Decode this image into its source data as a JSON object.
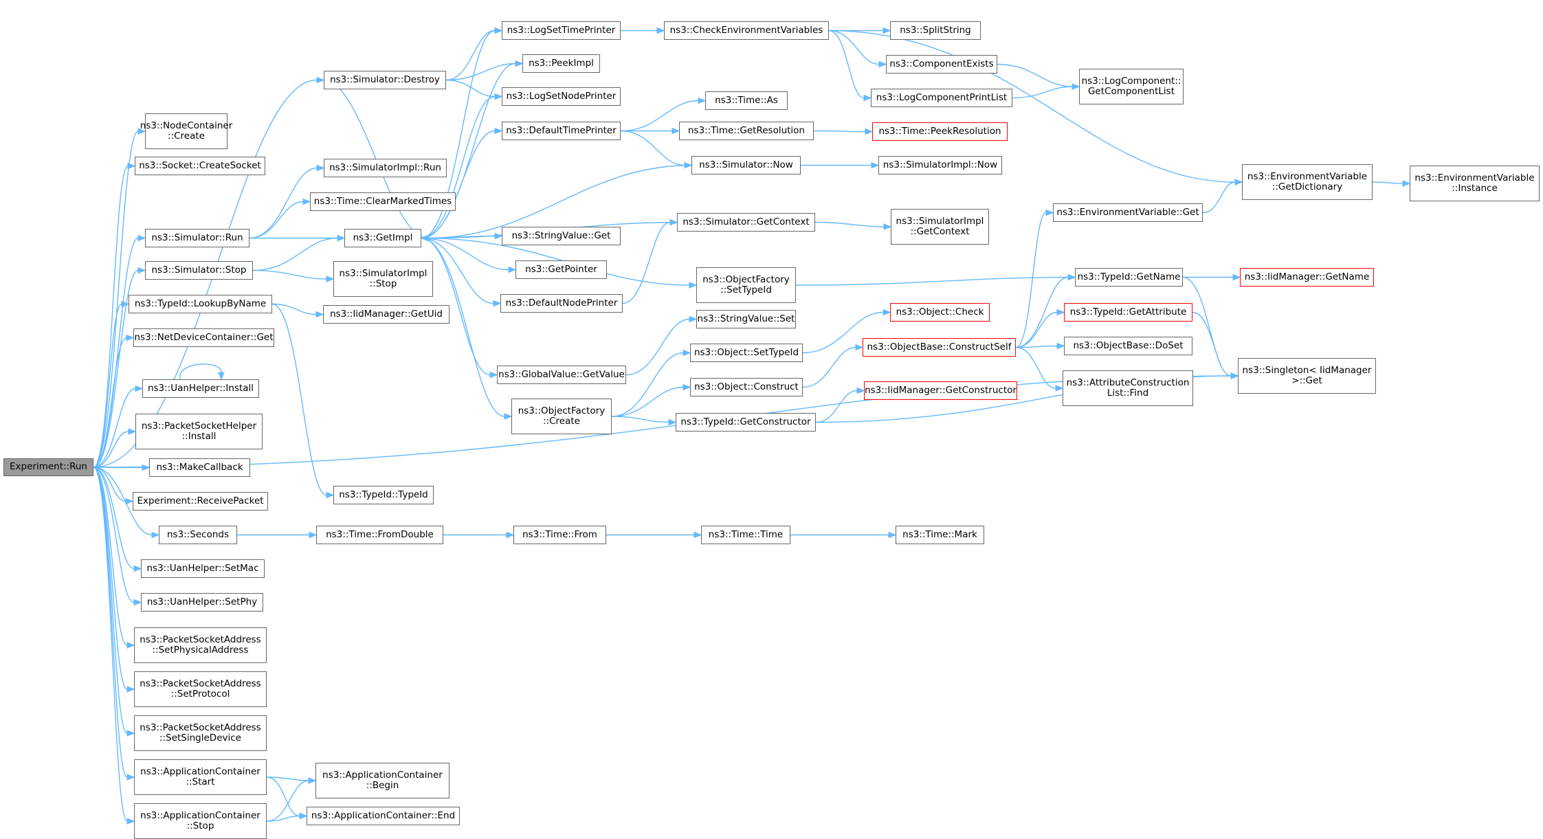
{
  "diagram": {
    "type": "call-graph",
    "colors": {
      "edge": "#63b8ff",
      "node_border": "#666666",
      "node_fill": "#ffffff",
      "root_fill": "#999999",
      "truncated_border": "#ff0000"
    },
    "nodes": [
      {
        "id": "n0",
        "lines": [
          "Experiment::Run"
        ],
        "root": true
      },
      {
        "id": "n1",
        "lines": [
          "ns3::Simulator::Destroy"
        ]
      },
      {
        "id": "n2",
        "lines": [
          "ns3::NodeContainer",
          "::Create"
        ]
      },
      {
        "id": "n3",
        "lines": [
          "ns3::Socket::CreateSocket"
        ]
      },
      {
        "id": "n4",
        "lines": [
          "ns3::Simulator::Run"
        ]
      },
      {
        "id": "n5",
        "lines": [
          "ns3::Simulator::Stop"
        ]
      },
      {
        "id": "n6",
        "lines": [
          "ns3::TypeId::LookupByName"
        ]
      },
      {
        "id": "n7",
        "lines": [
          "ns3::NetDeviceContainer::Get"
        ]
      },
      {
        "id": "n8",
        "lines": [
          "ns3::UanHelper::Install"
        ]
      },
      {
        "id": "n9",
        "lines": [
          "ns3::PacketSocketHelper",
          "::Install"
        ]
      },
      {
        "id": "n10",
        "lines": [
          "ns3::MakeCallback"
        ]
      },
      {
        "id": "n11",
        "lines": [
          "Experiment::ReceivePacket"
        ]
      },
      {
        "id": "n12",
        "lines": [
          "ns3::Seconds"
        ]
      },
      {
        "id": "n13",
        "lines": [
          "ns3::UanHelper::SetMac"
        ]
      },
      {
        "id": "n14",
        "lines": [
          "ns3::UanHelper::SetPhy"
        ]
      },
      {
        "id": "n15",
        "lines": [
          "ns3::PacketSocketAddress",
          "::SetPhysicalAddress"
        ]
      },
      {
        "id": "n16",
        "lines": [
          "ns3::PacketSocketAddress",
          "::SetProtocol"
        ]
      },
      {
        "id": "n17",
        "lines": [
          "ns3::PacketSocketAddress",
          "::SetSingleDevice"
        ]
      },
      {
        "id": "n18",
        "lines": [
          "ns3::ApplicationContainer",
          "::Start"
        ]
      },
      {
        "id": "n19",
        "lines": [
          "ns3::ApplicationContainer",
          "::Stop"
        ]
      },
      {
        "id": "n20",
        "lines": [
          "ns3::SimulatorImpl::Run"
        ]
      },
      {
        "id": "n21",
        "lines": [
          "ns3::Time::ClearMarkedTimes"
        ]
      },
      {
        "id": "n22",
        "lines": [
          "ns3::GetImpl"
        ]
      },
      {
        "id": "n23",
        "lines": [
          "ns3::SimulatorImpl",
          "::Stop"
        ]
      },
      {
        "id": "n24",
        "lines": [
          "ns3::IidManager::GetUid"
        ]
      },
      {
        "id": "n25",
        "lines": [
          "ns3::TypeId::TypeId"
        ]
      },
      {
        "id": "n26",
        "lines": [
          "ns3::Time::FromDouble"
        ]
      },
      {
        "id": "n27",
        "lines": [
          "ns3::ApplicationContainer",
          "::Begin"
        ]
      },
      {
        "id": "n28",
        "lines": [
          "ns3::ApplicationContainer::End"
        ]
      },
      {
        "id": "n29",
        "lines": [
          "ns3::LogSetTimePrinter"
        ]
      },
      {
        "id": "n30",
        "lines": [
          "ns3::PeekImpl"
        ]
      },
      {
        "id": "n31",
        "lines": [
          "ns3::LogSetNodePrinter"
        ]
      },
      {
        "id": "n32",
        "lines": [
          "ns3::DefaultTimePrinter"
        ]
      },
      {
        "id": "n33",
        "lines": [
          "ns3::StringValue::Get"
        ]
      },
      {
        "id": "n34",
        "lines": [
          "ns3::GetPointer"
        ]
      },
      {
        "id": "n35",
        "lines": [
          "ns3::DefaultNodePrinter"
        ]
      },
      {
        "id": "n36",
        "lines": [
          "ns3::GlobalValue::GetValue"
        ]
      },
      {
        "id": "n37",
        "lines": [
          "ns3::ObjectFactory",
          "::Create"
        ]
      },
      {
        "id": "n38",
        "lines": [
          "ns3::Time::From"
        ]
      },
      {
        "id": "n39",
        "lines": [
          "ns3::CheckEnvironmentVariables"
        ]
      },
      {
        "id": "n40",
        "lines": [
          "ns3::Time::As"
        ]
      },
      {
        "id": "n41",
        "lines": [
          "ns3::Time::GetResolution"
        ]
      },
      {
        "id": "n42",
        "lines": [
          "ns3::Simulator::Now"
        ]
      },
      {
        "id": "n43",
        "lines": [
          "ns3::Simulator::GetContext"
        ]
      },
      {
        "id": "n44",
        "lines": [
          "ns3::ObjectFactory",
          "::SetTypeId"
        ]
      },
      {
        "id": "n45",
        "lines": [
          "ns3::StringValue::Set"
        ]
      },
      {
        "id": "n46",
        "lines": [
          "ns3::Object::SetTypeId"
        ]
      },
      {
        "id": "n47",
        "lines": [
          "ns3::Object::Construct"
        ]
      },
      {
        "id": "n48",
        "lines": [
          "ns3::TypeId::GetConstructor"
        ]
      },
      {
        "id": "n49",
        "lines": [
          "ns3::Time::Time"
        ]
      },
      {
        "id": "n50",
        "lines": [
          "ns3::SplitString"
        ]
      },
      {
        "id": "n51",
        "lines": [
          "ns3::ComponentExists"
        ]
      },
      {
        "id": "n52",
        "lines": [
          "ns3::LogComponentPrintList"
        ]
      },
      {
        "id": "n53",
        "lines": [
          "ns3::Time::PeekResolution"
        ],
        "truncated": true
      },
      {
        "id": "n54",
        "lines": [
          "ns3::SimulatorImpl::Now"
        ]
      },
      {
        "id": "n55",
        "lines": [
          "ns3::SimulatorImpl",
          "::GetContext"
        ]
      },
      {
        "id": "n56",
        "lines": [
          "ns3::Object::Check"
        ],
        "truncated": true
      },
      {
        "id": "n57",
        "lines": [
          "ns3::ObjectBase::ConstructSelf"
        ],
        "truncated": true
      },
      {
        "id": "n58",
        "lines": [
          "ns3::IidManager::GetConstructor"
        ],
        "truncated": true
      },
      {
        "id": "n59",
        "lines": [
          "ns3::Time::Mark"
        ]
      },
      {
        "id": "n60",
        "lines": [
          "ns3::LogComponent::",
          "GetComponentList"
        ]
      },
      {
        "id": "n61",
        "lines": [
          "ns3::EnvironmentVariable::Get"
        ]
      },
      {
        "id": "n62",
        "lines": [
          "ns3::TypeId::GetName"
        ]
      },
      {
        "id": "n63",
        "lines": [
          "ns3::TypeId::GetAttribute"
        ],
        "truncated": true
      },
      {
        "id": "n64",
        "lines": [
          "ns3::ObjectBase::DoSet"
        ]
      },
      {
        "id": "n65",
        "lines": [
          "ns3::AttributeConstruction",
          "List::Find"
        ]
      },
      {
        "id": "n66",
        "lines": [
          "ns3::EnvironmentVariable",
          "::GetDictionary"
        ]
      },
      {
        "id": "n67",
        "lines": [
          "ns3::IidManager::GetName"
        ],
        "truncated": true
      },
      {
        "id": "n68",
        "lines": [
          "ns3::Singleton< IidManager",
          " >::Get"
        ]
      },
      {
        "id": "n69",
        "lines": [
          "ns3::EnvironmentVariable",
          "::Instance"
        ]
      }
    ],
    "edges": [
      [
        "n0",
        "n1"
      ],
      [
        "n0",
        "n2"
      ],
      [
        "n0",
        "n3"
      ],
      [
        "n0",
        "n4"
      ],
      [
        "n0",
        "n5"
      ],
      [
        "n0",
        "n6"
      ],
      [
        "n0",
        "n7"
      ],
      [
        "n0",
        "n8"
      ],
      [
        "n0",
        "n9"
      ],
      [
        "n0",
        "n10"
      ],
      [
        "n0",
        "n11"
      ],
      [
        "n0",
        "n12"
      ],
      [
        "n0",
        "n13"
      ],
      [
        "n0",
        "n14"
      ],
      [
        "n0",
        "n15"
      ],
      [
        "n0",
        "n16"
      ],
      [
        "n0",
        "n17"
      ],
      [
        "n0",
        "n18"
      ],
      [
        "n0",
        "n19"
      ],
      [
        "n0",
        "n68"
      ],
      [
        "n1",
        "n29"
      ],
      [
        "n1",
        "n30"
      ],
      [
        "n1",
        "n31"
      ],
      [
        "n1",
        "n22"
      ],
      [
        "n4",
        "n20"
      ],
      [
        "n4",
        "n21"
      ],
      [
        "n4",
        "n22"
      ],
      [
        "n5",
        "n22"
      ],
      [
        "n5",
        "n23"
      ],
      [
        "n6",
        "n24"
      ],
      [
        "n6",
        "n25"
      ],
      [
        "n8",
        "n8"
      ],
      [
        "n12",
        "n26"
      ],
      [
        "n18",
        "n27"
      ],
      [
        "n18",
        "n28"
      ],
      [
        "n19",
        "n27"
      ],
      [
        "n19",
        "n28"
      ],
      [
        "n22",
        "n29"
      ],
      [
        "n22",
        "n30"
      ],
      [
        "n22",
        "n31"
      ],
      [
        "n22",
        "n32"
      ],
      [
        "n22",
        "n33"
      ],
      [
        "n22",
        "n34"
      ],
      [
        "n22",
        "n35"
      ],
      [
        "n22",
        "n36"
      ],
      [
        "n22",
        "n37"
      ],
      [
        "n22",
        "n44"
      ],
      [
        "n26",
        "n38"
      ],
      [
        "n38",
        "n49"
      ],
      [
        "n49",
        "n59"
      ],
      [
        "n29",
        "n39"
      ],
      [
        "n39",
        "n50"
      ],
      [
        "n39",
        "n51"
      ],
      [
        "n39",
        "n52"
      ],
      [
        "n39",
        "n66"
      ],
      [
        "n51",
        "n60"
      ],
      [
        "n52",
        "n60"
      ],
      [
        "n32",
        "n40"
      ],
      [
        "n32",
        "n41"
      ],
      [
        "n32",
        "n42"
      ],
      [
        "n41",
        "n53"
      ],
      [
        "n42",
        "n54"
      ],
      [
        "n42",
        "n22"
      ],
      [
        "n43",
        "n55"
      ],
      [
        "n43",
        "n22"
      ],
      [
        "n35",
        "n43"
      ],
      [
        "n44",
        "n62"
      ],
      [
        "n36",
        "n45"
      ],
      [
        "n37",
        "n46"
      ],
      [
        "n37",
        "n47"
      ],
      [
        "n37",
        "n48"
      ],
      [
        "n46",
        "n56"
      ],
      [
        "n47",
        "n57"
      ],
      [
        "n48",
        "n58"
      ],
      [
        "n48",
        "n68"
      ],
      [
        "n57",
        "n61"
      ],
      [
        "n57",
        "n62"
      ],
      [
        "n57",
        "n63"
      ],
      [
        "n57",
        "n64"
      ],
      [
        "n57",
        "n65"
      ],
      [
        "n61",
        "n66"
      ],
      [
        "n66",
        "n69"
      ],
      [
        "n62",
        "n67"
      ],
      [
        "n62",
        "n68"
      ],
      [
        "n63",
        "n68"
      ]
    ]
  }
}
